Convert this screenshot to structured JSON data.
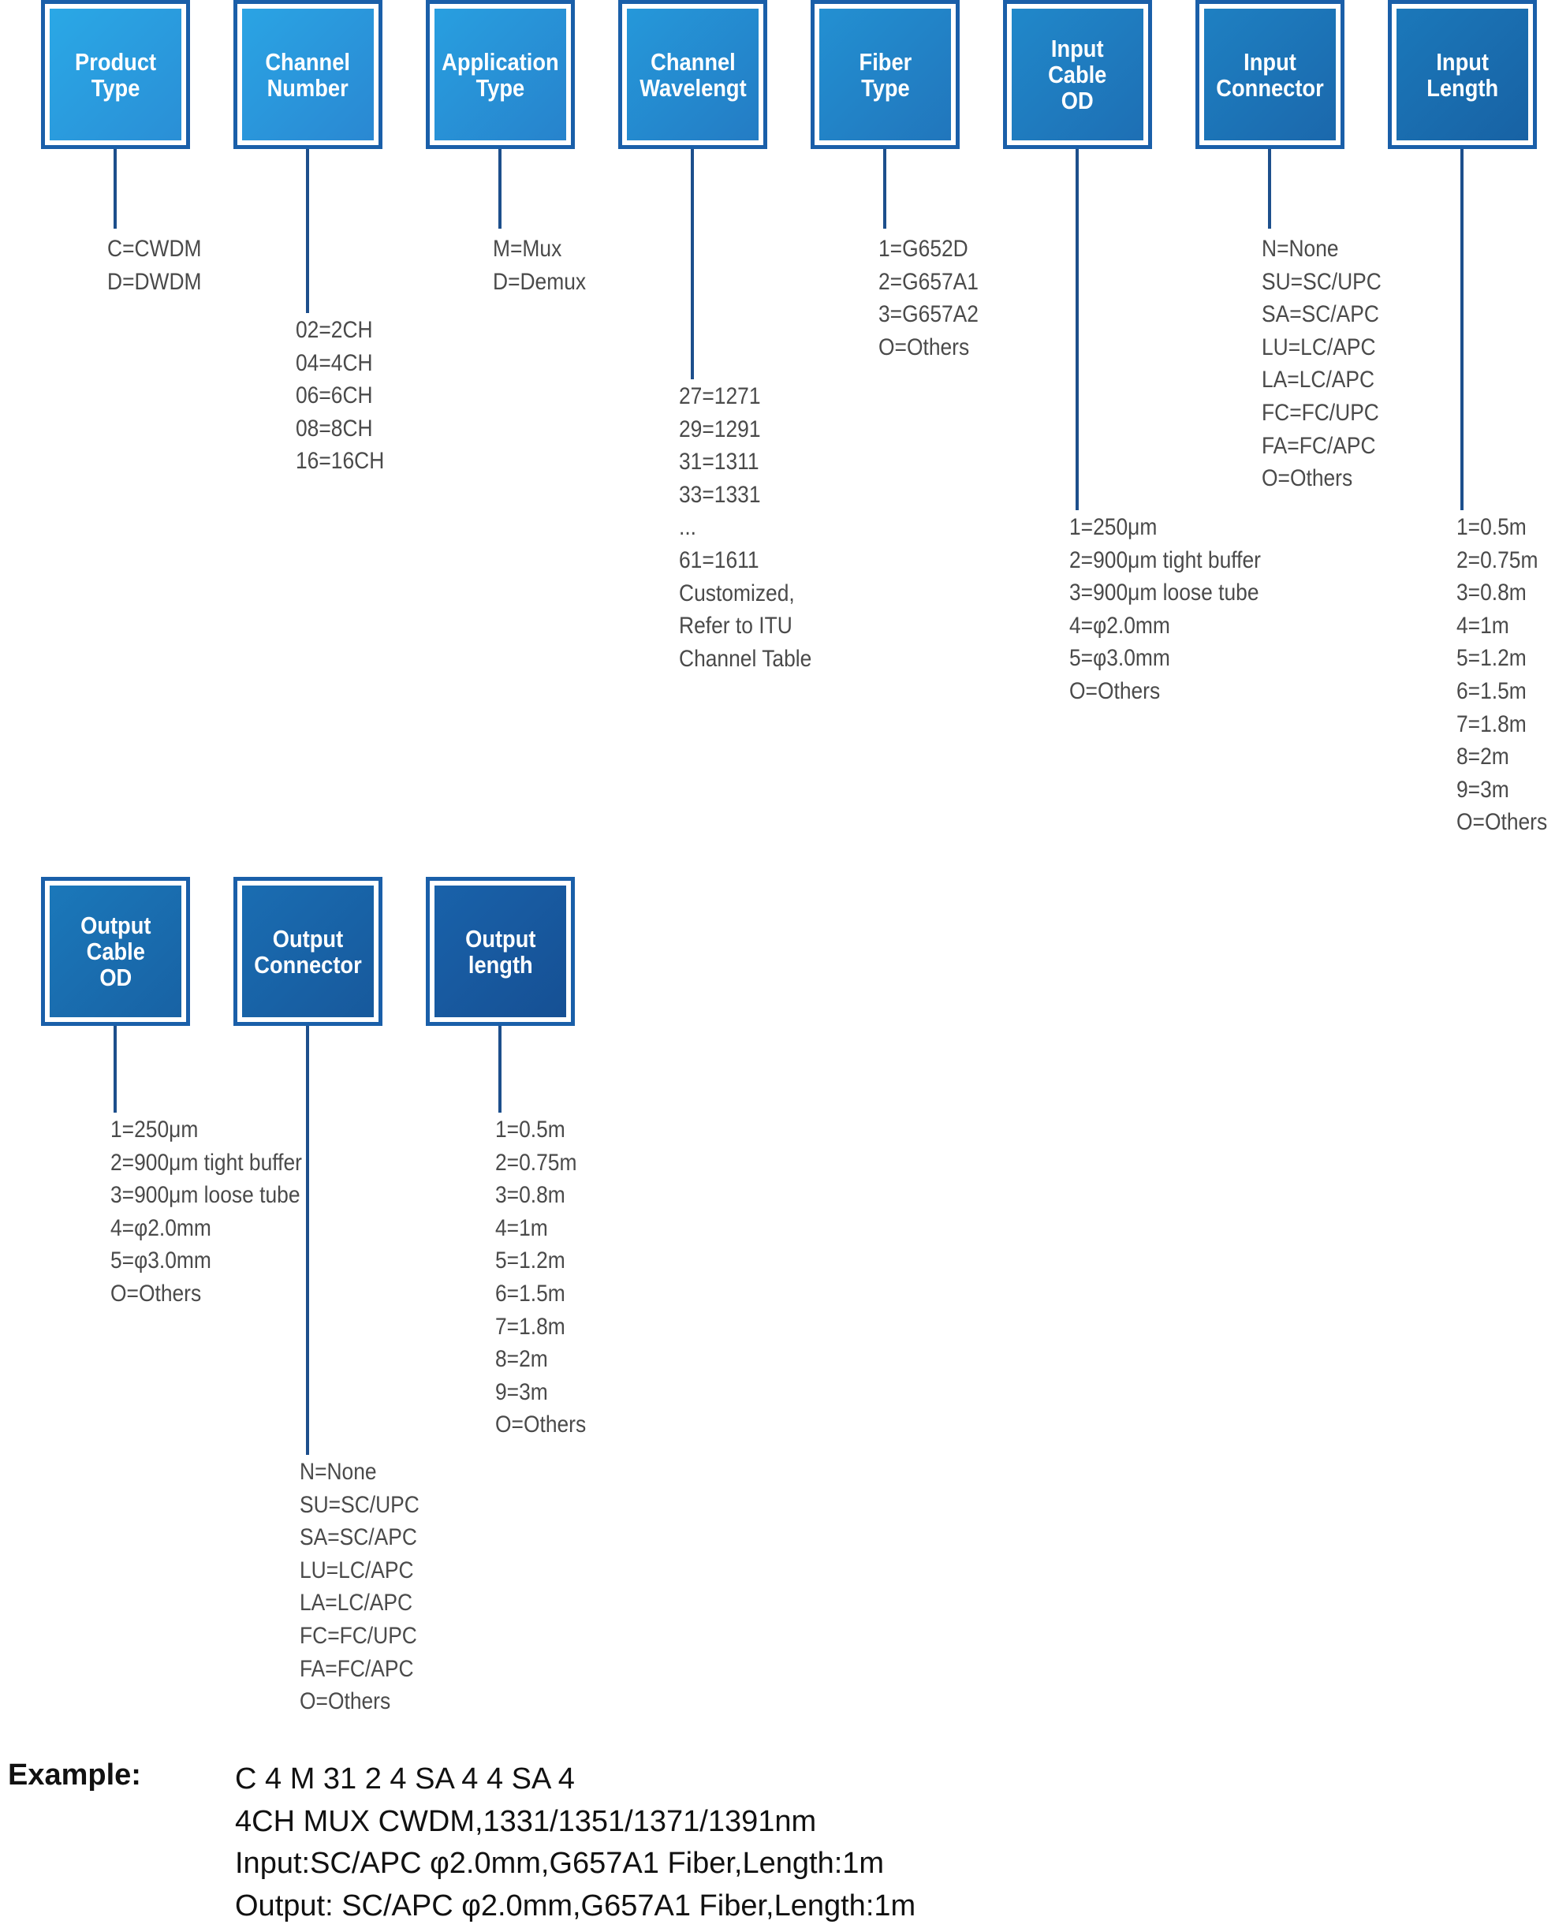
{
  "fields": [
    {
      "title": "Product\nType",
      "colors": [
        "#2aa8e6",
        "#2a8fd6"
      ],
      "options": [
        "C=CWDM",
        "D=DWDM"
      ]
    },
    {
      "title": "Channel\nNumber",
      "colors": [
        "#2aa4e4",
        "#2a88d2"
      ],
      "options": [
        "02=2CH",
        "04=4CH",
        "06=6CH",
        "08=8CH",
        "16=16CH"
      ]
    },
    {
      "title": "Application\nType",
      "colors": [
        "#289fe0",
        "#2783cc"
      ],
      "options": [
        "M=Mux",
        "D=Demux"
      ]
    },
    {
      "title": "Channel\nWavelengt",
      "colors": [
        "#2598da",
        "#247cc4"
      ],
      "options": [
        "27=1271",
        "29=1291",
        "31=1311",
        "33=1331",
        "...",
        "61=1611",
        "Customized,",
        "Refer to ITU",
        "Channel Table"
      ]
    },
    {
      "title": "Fiber\nType",
      "colors": [
        "#2390d2",
        "#2176bc"
      ],
      "options": [
        "1=G652D",
        "2=G657A1",
        "3=G657A2",
        "O=Others"
      ]
    },
    {
      "title": "Input\nCable\nOD",
      "colors": [
        "#2088ca",
        "#1e6fb4"
      ],
      "options": [
        "1=250μm",
        "2=900μm tight buffer",
        "3=900μm loose tube",
        "4=φ2.0mm",
        "5=φ3.0mm",
        "O=Others"
      ]
    },
    {
      "title": "Input\nConnector",
      "colors": [
        "#1e80c2",
        "#1b68ac"
      ],
      "options": [
        "N=None",
        "SU=SC/UPC",
        "SA=SC/APC",
        "LU=LC/APC",
        "LA=LC/APC",
        "FC=FC/UPC",
        "FA=FC/APC",
        "O=Others"
      ]
    },
    {
      "title": "Input\nLength",
      "colors": [
        "#1b78ba",
        "#1862a4"
      ],
      "options": [
        "1=0.5m",
        "2=0.75m",
        "3=0.8m",
        "4=1m",
        "5=1.2m",
        "6=1.5m",
        "7=1.8m",
        "8=2m",
        "9=3m",
        "O=Others"
      ]
    },
    {
      "title": "Output\nCable\nOD",
      "colors": [
        "#1b78ba",
        "#1862a4"
      ],
      "options": [
        "1=250μm",
        "2=900μm tight buffer",
        "3=900μm loose tube",
        "4=φ2.0mm",
        "5=φ3.0mm",
        "O=Others"
      ]
    },
    {
      "title": "Output\nConnector",
      "colors": [
        "#1a6db2",
        "#17599c"
      ],
      "options": [
        "N=None",
        "SU=SC/UPC",
        "SA=SC/APC",
        "LU=LC/APC",
        "LA=LC/APC",
        "FC=FC/UPC",
        "FA=FC/APC",
        "O=Others"
      ]
    },
    {
      "title": "Output\nlength",
      "colors": [
        "#1962aa",
        "#165094"
      ],
      "options": [
        "1=0.5m",
        "2=0.75m",
        "3=0.8m",
        "4=1m",
        "5=1.2m",
        "6=1.5m",
        "7=1.8m",
        "8=2m",
        "9=3m",
        "O=Others"
      ]
    }
  ],
  "example": {
    "label": "Example:",
    "lines": [
      "C 4 M 31 2 4 SA 4 4 SA 4",
      "4CH MUX CWDM,1331/1351/1371/1391nm",
      "Input:SC/APC φ2.0mm,G657A1 Fiber,Length:1m",
      "Output: SC/APC φ2.0mm,G657A1 Fiber,Length:1m"
    ]
  }
}
